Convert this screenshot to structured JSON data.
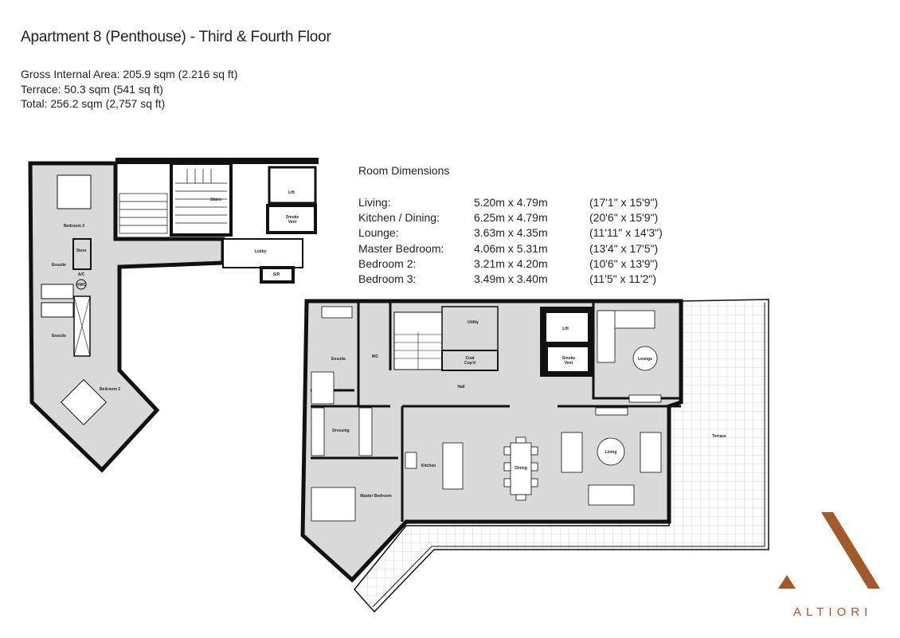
{
  "header": {
    "title": "Apartment 8 (Penthouse) - Third & Fourth Floor",
    "gross_internal_area": "Gross Internal Area: 205.9 sqm (2.216 sq ft)",
    "terrace_area": "Terrace: 50.3 sqm (541 sq ft)",
    "total_area": "Total: 256.2 sqm (2,757 sq ft)"
  },
  "room_dimensions": {
    "heading": "Room Dimensions",
    "rows": [
      {
        "room": "Living:",
        "metric": "5.20m x 4.79m",
        "imperial": "(17'1\" x 15'9\")"
      },
      {
        "room": "Kitchen / Dining:",
        "metric": "6.25m x 4.79m",
        "imperial": "(20'6\" x 15'9\")"
      },
      {
        "room": "Lounge:",
        "metric": "3.63m x 4.35m",
        "imperial": "(11'11\" x 14'3\")"
      },
      {
        "room": "Master Bedroom:",
        "metric": "4.06m x 5.31m",
        "imperial": "(13'4\" x 17'5\")"
      },
      {
        "room": "Bedroom 2:",
        "metric": "3.21m x 4.20m",
        "imperial": "(10'6\" x 13'9\")"
      },
      {
        "room": "Bedroom 3:",
        "metric": "3.49m x 3.40m",
        "imperial": "(11'5\" x 11'2\")"
      }
    ]
  },
  "upper_plan_labels": {
    "bedroom3": "Bedroom 3",
    "store": "Store",
    "ensuite_a": "Ensuite",
    "ac": "A/C",
    "hwc": "HWC",
    "ensuite_b": "Ensuite",
    "bedroom2": "Bedroom 2",
    "stairs": "Stairs",
    "lift": "Lift",
    "smoke": "Smoke",
    "vent": "Vent",
    "lobby": "Lobby",
    "sr": "S/R"
  },
  "lower_plan_labels": {
    "ensuite": "Ensuite",
    "wc": "WC",
    "utility": "Utility",
    "coat": "Coat",
    "cupd": "Cup'd",
    "hall": "Hall",
    "lift": "Lift",
    "smoke": "Smoke",
    "vent": "Vent",
    "lounge": "Lounge",
    "dressing": "Dressing",
    "kitchen": "Kitchen",
    "dining": "Dining",
    "living": "Living",
    "master_bedroom": "Master Bedroom",
    "terrace": "Terrace"
  },
  "brand": {
    "name": "ALTIORI",
    "color": "#a35a2a"
  },
  "colors": {
    "floor": "#d9d9d9",
    "wall": "#111111"
  }
}
